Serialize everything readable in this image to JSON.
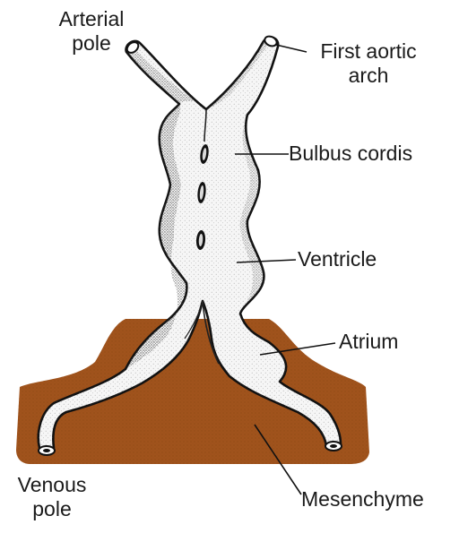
{
  "labels": {
    "arterial_pole": [
      "Arterial",
      "pole"
    ],
    "first_aortic_arch": [
      "First aortic",
      "arch"
    ],
    "bulbus_cordis": "Bulbus cordis",
    "ventricle": "Ventricle",
    "atrium": "Atrium",
    "venous_pole": [
      "Venous",
      "pole"
    ],
    "mesenchyme": "Mesenchyme"
  },
  "colors": {
    "mesenchyme_fill": "#a0531c",
    "heart_tube_fill": "#f6f6f6",
    "outline": "#111111",
    "leader_line": "#111111"
  }
}
